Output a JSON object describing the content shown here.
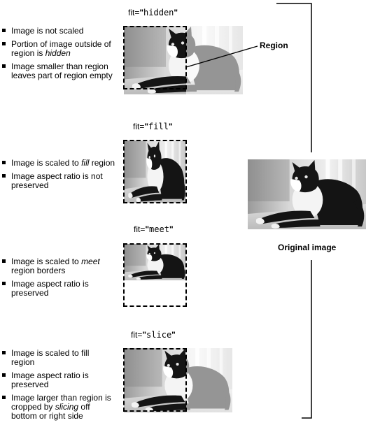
{
  "hidden": {
    "fit_value": "hidden",
    "bullets": [
      {
        "text": "Image is not scaled",
        "italic": ""
      },
      {
        "text": "Portion of image outside of region is ",
        "italic": "hidden"
      },
      {
        "text": "Image smaller than region leaves part of region empty",
        "italic": ""
      }
    ]
  },
  "fill": {
    "fit_value": "fill",
    "bullets": [
      {
        "text": "Image is scaled to ",
        "italic": "fill",
        "after": " region"
      },
      {
        "text": "Image aspect ratio is not preserved",
        "italic": ""
      }
    ]
  },
  "meet": {
    "fit_value": "meet",
    "bullets": [
      {
        "text": "Image is scaled to ",
        "italic": "meet",
        "after": " region borders"
      },
      {
        "text": "Image aspect ratio is preserved",
        "italic": ""
      }
    ]
  },
  "slice": {
    "fit_value": "slice",
    "bullets": [
      {
        "text": "Image is scaled to fill region",
        "italic": ""
      },
      {
        "text": "Image aspect ratio is preserved",
        "italic": ""
      },
      {
        "text": "Image larger than region is cropped by ",
        "italic": "slicing",
        "after": " off bottom or right side"
      }
    ]
  },
  "labels": {
    "fit_prefix": "fit=",
    "quote": "\"",
    "region": "Region",
    "original_image": "Original image"
  },
  "image": {
    "subject": "black-and-white cat photo"
  }
}
